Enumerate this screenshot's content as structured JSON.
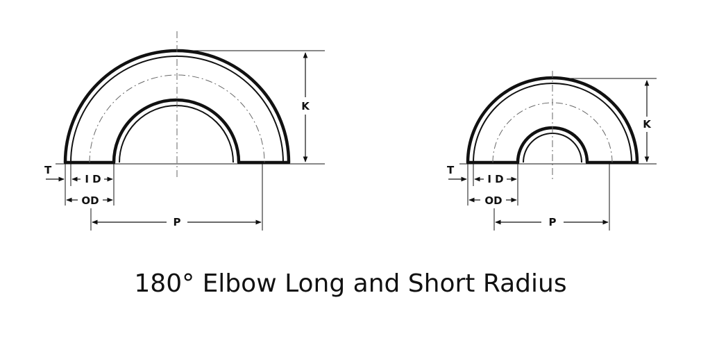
{
  "caption": "180° Elbow Long and Short Radius",
  "long_radius": {
    "k": "K",
    "t": "T",
    "id": "I D",
    "od": "OD",
    "p": "P"
  },
  "short_radius": {
    "k": "K",
    "t": "T",
    "id": "I D",
    "od": "OD",
    "p": "P"
  }
}
